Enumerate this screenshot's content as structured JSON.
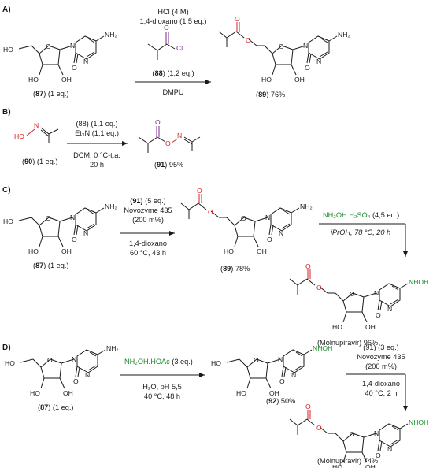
{
  "sections": [
    {
      "label": "A)",
      "start_compound": {
        "number": "87",
        "caption_rest": "(1 eq.)"
      },
      "conditions_above": [
        "HCl (4 M)",
        "1,4-dioxano (1,5 eq.)"
      ],
      "reagent": {
        "number": "88",
        "amount": "(1,2 eq.)"
      },
      "conditions_below": [
        "DMPU"
      ],
      "product": {
        "number": "89",
        "yield": "76%"
      }
    },
    {
      "label": "B)",
      "start_compound": {
        "number": "90",
        "caption_rest": "(1 eq.)"
      },
      "conditions_above": [
        "(88) (1,1 eq.)",
        "Et₃N (1,1 eq.)"
      ],
      "conditions_below": [
        "DCM, 0 °C-t.a.",
        "20 h"
      ],
      "product": {
        "number": "91",
        "yield": "95%"
      }
    },
    {
      "label": "C)",
      "start_compound": {
        "number": "87",
        "caption_rest": "(1 eq.)"
      },
      "conditions_above": [
        "(91) (5 eq.)",
        "Novozyme 435",
        "(200 m%)"
      ],
      "conditions_below": [
        "1,4-dioxano",
        "60 °C, 43 h"
      ],
      "intermediate": {
        "number": "89",
        "yield": "78%"
      },
      "second_step": {
        "reagent_a": "NH₂OH",
        "reagent_b": "H₂SO₄",
        "amount": "(4,5 eq.)",
        "solvent": "iPrOH, 78 °C, 20 h"
      },
      "product": {
        "name": "(Molnupiravir)",
        "yield": "96%"
      }
    },
    {
      "label": "D)",
      "start_compound": {
        "number": "87",
        "caption_rest": "(1 eq.)"
      },
      "reagent": {
        "name_a": "NH₂OH",
        "name_b": "HOAc",
        "amount": "(3 eq.)"
      },
      "conditions_below": [
        "H₂O, pH 5,5",
        "40 °C, 48 h"
      ],
      "intermediate": {
        "number": "92",
        "yield": "50%"
      },
      "second_step": {
        "conditions_above": [
          "(91) (3 eq.)",
          "Novozyme 435",
          "(200 m%)"
        ],
        "conditions_below": [
          "1,4-dioxano",
          "40 °C, 2 h"
        ]
      },
      "product": {
        "name": "(Molnupiravir)",
        "yield": "74%"
      }
    }
  ],
  "atoms": {
    "HO": "HO",
    "HO_short": "HO",
    "OH": "OH",
    "O": "O",
    "N": "N",
    "NH2": "NH₂",
    "NHOH": "NHOH",
    "Cl": "Cl"
  },
  "colors": {
    "ink": "#1a1a1a",
    "oxygen_red": "#d61f26",
    "acyl_purple": "#7b2a8c",
    "reagent_green": "#1e8a2e"
  }
}
